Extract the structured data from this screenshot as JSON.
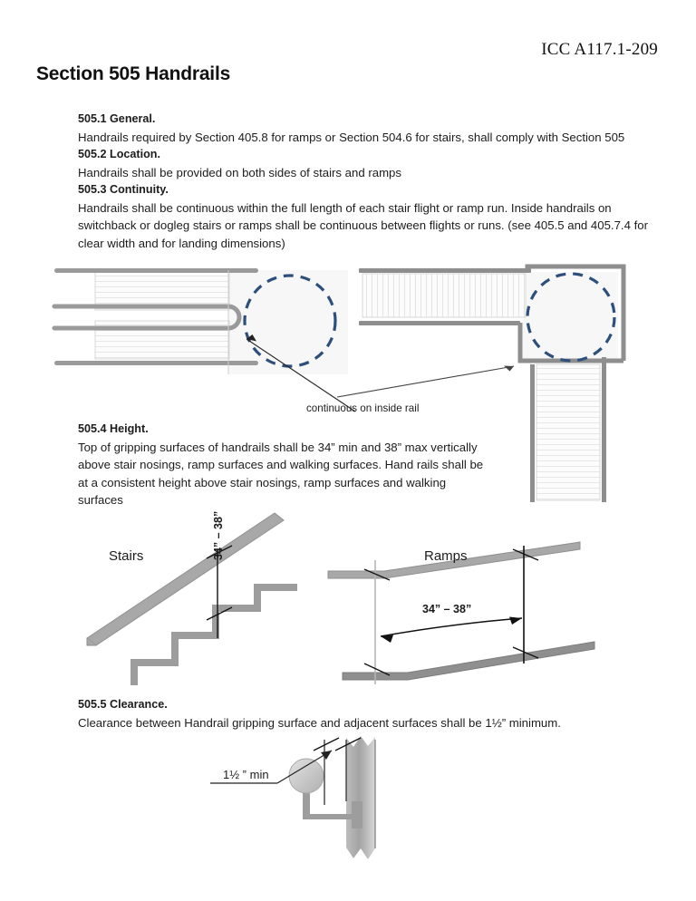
{
  "document": {
    "header_reference": "ICC A117.1-209",
    "title": "Section 505 Handrails"
  },
  "sections": [
    {
      "number_title": "505.1 General.",
      "body": "Handrails required by Section 405.8 for ramps or Section 504.6 for stairs, shall comply with Section 505"
    },
    {
      "number_title": "505.2 Location.",
      "body": "Handrails shall be provided on both sides of stairs and ramps"
    },
    {
      "number_title": "505.3 Continuity.",
      "body": "Handrails shall be continuous within the full length of each stair flight or ramp run.  Inside handrails on switchback or dogleg stairs or ramps shall be continuous between flights or runs. (see 405.5 and 405.7.4 for clear width and for landing dimensions)"
    },
    {
      "number_title": "505.4 Height.",
      "body": "Top of gripping surfaces of handrails shall be 34” min and 38” max vertically above stair nosings, ramp surfaces and walking surfaces. Hand rails shall be at a consistent height above stair nosings, ramp surfaces and walking surfaces"
    },
    {
      "number_title": "505.5 Clearance.",
      "body": "Clearance between Handrail gripping surface and adjacent surfaces shall be 1½”  minimum."
    }
  ],
  "figures": {
    "plan_views": {
      "callout_label": "continuous on inside rail",
      "highlight_color": "#2d4f7c",
      "rail_color": "#8c8c8c",
      "left_view_name": "switchback-stair-plan",
      "right_view_name": "dogleg-stair-plan"
    },
    "stairs_elevation": {
      "label": "Stairs",
      "dimension": "34” – 38”"
    },
    "ramps_elevation": {
      "label": "Ramps",
      "dimension": "34” – 38”"
    },
    "clearance_section": {
      "dimension": "1½ ” min"
    }
  }
}
